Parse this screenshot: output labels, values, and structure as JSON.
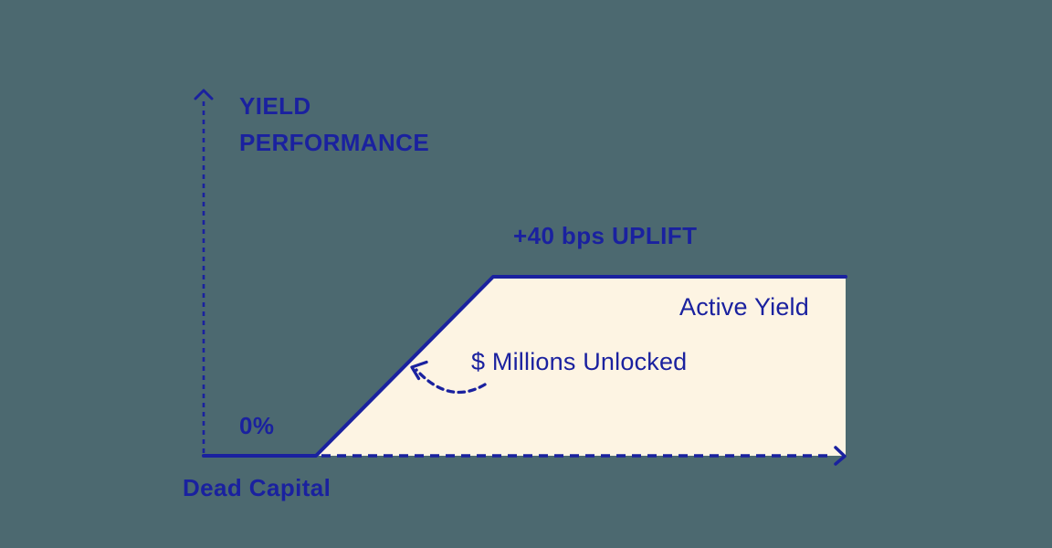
{
  "colors": {
    "background": "#4C6970",
    "navy": "#1A219F",
    "cream": "#FDF4E3"
  },
  "labels": {
    "y_axis": "YIELD\nPERFORMANCE",
    "uplift": "+40 bps UPLIFT",
    "active_yield": "Active Yield",
    "millions_unlocked": "$ Millions Unlocked",
    "zero_baseline": "0%",
    "x_axis": "Dead Capital"
  },
  "chart_data": {
    "type": "area",
    "title": "",
    "xlabel": "Dead Capital",
    "ylabel": "YIELD PERFORMANCE",
    "y_unit": "bps",
    "ylim": [
      0,
      40
    ],
    "grid": false,
    "series": [
      {
        "name": "Yield",
        "x_normalized": [
          0,
          0.175,
          0.45,
          1.0
        ],
        "values_bps": [
          0,
          0,
          40,
          40
        ]
      }
    ],
    "baseline_label": "0%",
    "plateau_label": "+40 bps UPLIFT",
    "area_label": "Active Yield",
    "annotations": [
      {
        "text": "$ Millions Unlocked",
        "points_to": "ramp segment",
        "style": "dashed curved arrow"
      }
    ],
    "axis_style": "dashed with chevron arrowheads"
  }
}
